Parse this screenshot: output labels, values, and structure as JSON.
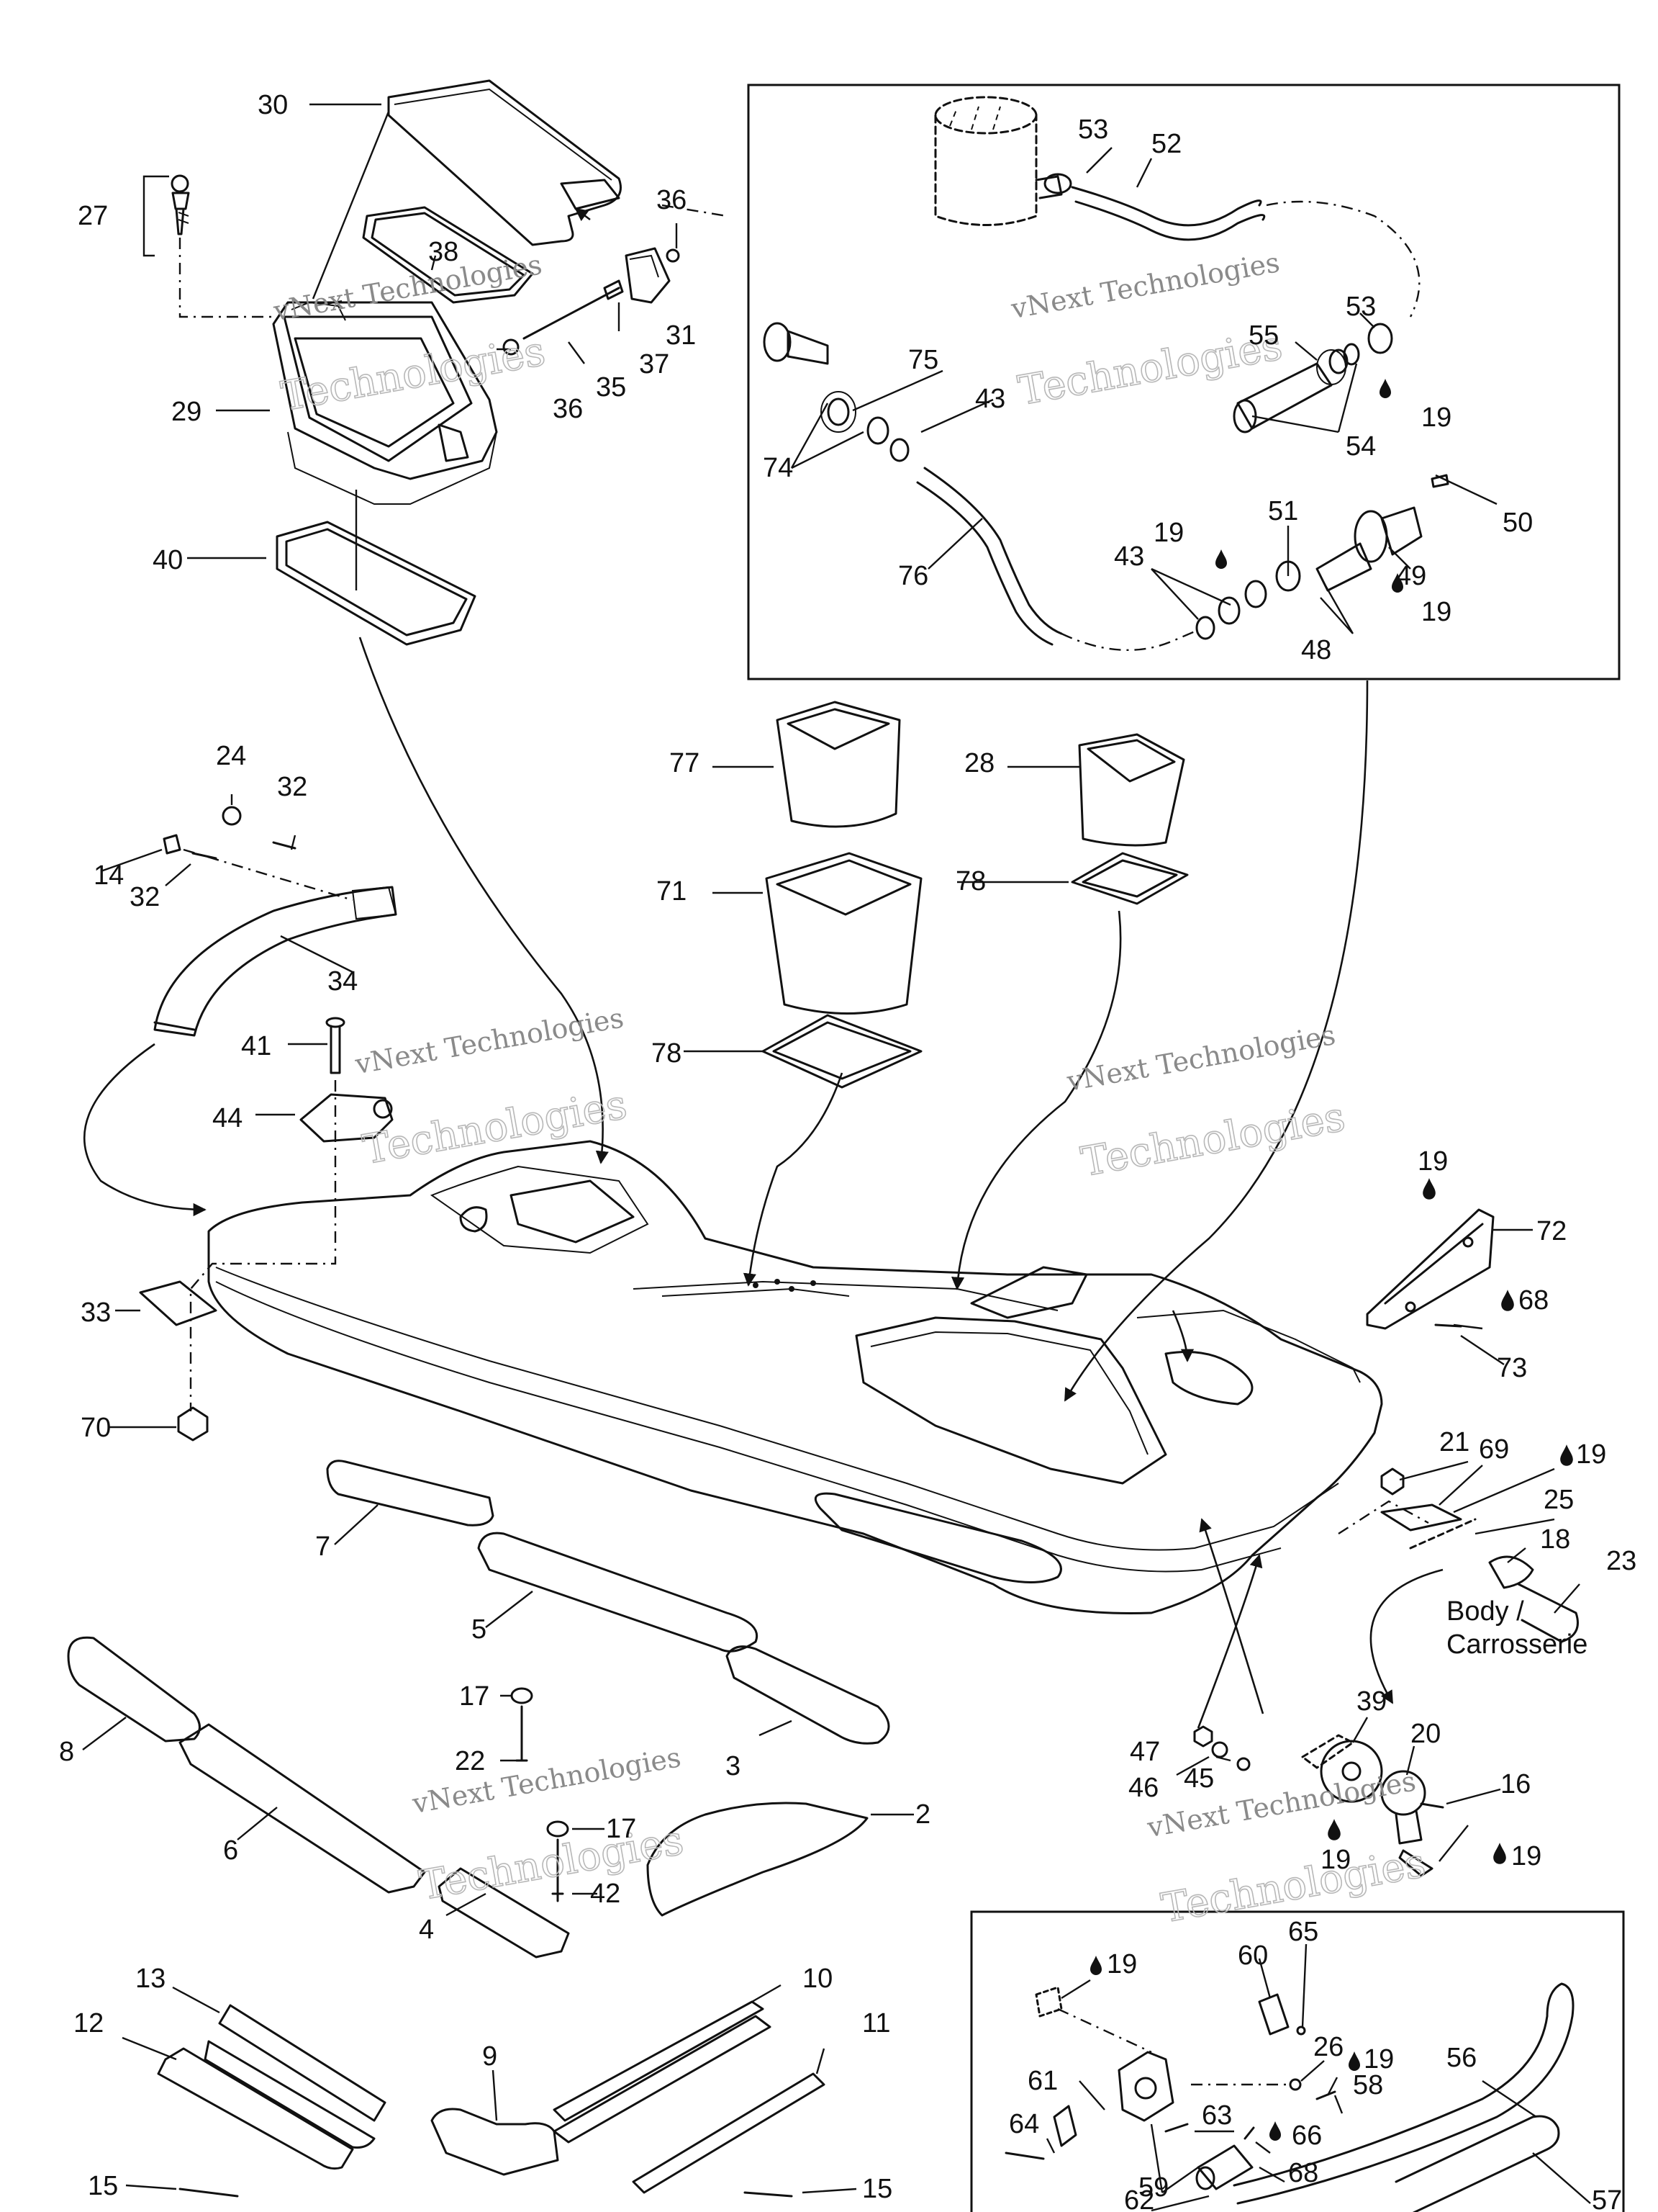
{
  "diagram": {
    "body_note": [
      "Body /",
      "Carrosserie"
    ],
    "watermark": {
      "line1": "vNext Technologies",
      "line2": "Technologies"
    },
    "drop_icon": "oil-drop-icon",
    "labels": [
      {
        "id": "30",
        "text": "30"
      },
      {
        "id": "27",
        "text": "27"
      },
      {
        "id": "36a",
        "text": "36"
      },
      {
        "id": "38",
        "text": "38"
      },
      {
        "id": "31",
        "text": "31"
      },
      {
        "id": "37",
        "text": "37"
      },
      {
        "id": "29",
        "text": "29"
      },
      {
        "id": "35",
        "text": "35"
      },
      {
        "id": "36b",
        "text": "36"
      },
      {
        "id": "40",
        "text": "40"
      },
      {
        "id": "53a",
        "text": "53"
      },
      {
        "id": "52",
        "text": "52"
      },
      {
        "id": "53b",
        "text": "53"
      },
      {
        "id": "55",
        "text": "55"
      },
      {
        "id": "75",
        "text": "75"
      },
      {
        "id": "43a",
        "text": "43"
      },
      {
        "id": "19a",
        "text": "19"
      },
      {
        "id": "74",
        "text": "74"
      },
      {
        "id": "54",
        "text": "54"
      },
      {
        "id": "50",
        "text": "50"
      },
      {
        "id": "51",
        "text": "51"
      },
      {
        "id": "19b",
        "text": "19"
      },
      {
        "id": "43b",
        "text": "43"
      },
      {
        "id": "76",
        "text": "76"
      },
      {
        "id": "49",
        "text": "49"
      },
      {
        "id": "19c",
        "text": "19"
      },
      {
        "id": "48",
        "text": "48"
      },
      {
        "id": "77",
        "text": "77"
      },
      {
        "id": "28",
        "text": "28"
      },
      {
        "id": "24",
        "text": "24"
      },
      {
        "id": "32a",
        "text": "32"
      },
      {
        "id": "14",
        "text": "14"
      },
      {
        "id": "32b",
        "text": "32"
      },
      {
        "id": "71",
        "text": "71"
      },
      {
        "id": "78a",
        "text": "78"
      },
      {
        "id": "34",
        "text": "34"
      },
      {
        "id": "41",
        "text": "41"
      },
      {
        "id": "78b",
        "text": "78"
      },
      {
        "id": "44",
        "text": "44"
      },
      {
        "id": "19d",
        "text": "19"
      },
      {
        "id": "72",
        "text": "72"
      },
      {
        "id": "68a",
        "text": "68"
      },
      {
        "id": "33",
        "text": "33"
      },
      {
        "id": "73",
        "text": "73"
      },
      {
        "id": "70",
        "text": "70"
      },
      {
        "id": "21",
        "text": "21"
      },
      {
        "id": "69",
        "text": "69"
      },
      {
        "id": "19e",
        "text": "19"
      },
      {
        "id": "25",
        "text": "25"
      },
      {
        "id": "18",
        "text": "18"
      },
      {
        "id": "7",
        "text": "7"
      },
      {
        "id": "23",
        "text": "23"
      },
      {
        "id": "5",
        "text": "5"
      },
      {
        "id": "17a",
        "text": "17"
      },
      {
        "id": "22",
        "text": "22"
      },
      {
        "id": "3",
        "text": "3"
      },
      {
        "id": "39",
        "text": "39"
      },
      {
        "id": "47",
        "text": "47"
      },
      {
        "id": "20",
        "text": "20"
      },
      {
        "id": "8",
        "text": "8"
      },
      {
        "id": "46",
        "text": "46"
      },
      {
        "id": "45",
        "text": "45"
      },
      {
        "id": "16",
        "text": "16"
      },
      {
        "id": "6",
        "text": "6"
      },
      {
        "id": "17b",
        "text": "17"
      },
      {
        "id": "2",
        "text": "2"
      },
      {
        "id": "19f",
        "text": "19"
      },
      {
        "id": "19g",
        "text": "19"
      },
      {
        "id": "42",
        "text": "42"
      },
      {
        "id": "4",
        "text": "4"
      },
      {
        "id": "65",
        "text": "65"
      },
      {
        "id": "13",
        "text": "13"
      },
      {
        "id": "10",
        "text": "10"
      },
      {
        "id": "60",
        "text": "60"
      },
      {
        "id": "19h",
        "text": "19"
      },
      {
        "id": "12",
        "text": "12"
      },
      {
        "id": "11",
        "text": "11"
      },
      {
        "id": "26",
        "text": "26"
      },
      {
        "id": "19i",
        "text": "19"
      },
      {
        "id": "9",
        "text": "9"
      },
      {
        "id": "56",
        "text": "56"
      },
      {
        "id": "61",
        "text": "61"
      },
      {
        "id": "58",
        "text": "58"
      },
      {
        "id": "63",
        "text": "63"
      },
      {
        "id": "64",
        "text": "64"
      },
      {
        "id": "66",
        "text": "66"
      },
      {
        "id": "15a",
        "text": "15"
      },
      {
        "id": "15b",
        "text": "15"
      },
      {
        "id": "68b",
        "text": "68"
      },
      {
        "id": "59",
        "text": "59"
      },
      {
        "id": "62",
        "text": "62"
      },
      {
        "id": "57",
        "text": "57"
      }
    ]
  }
}
